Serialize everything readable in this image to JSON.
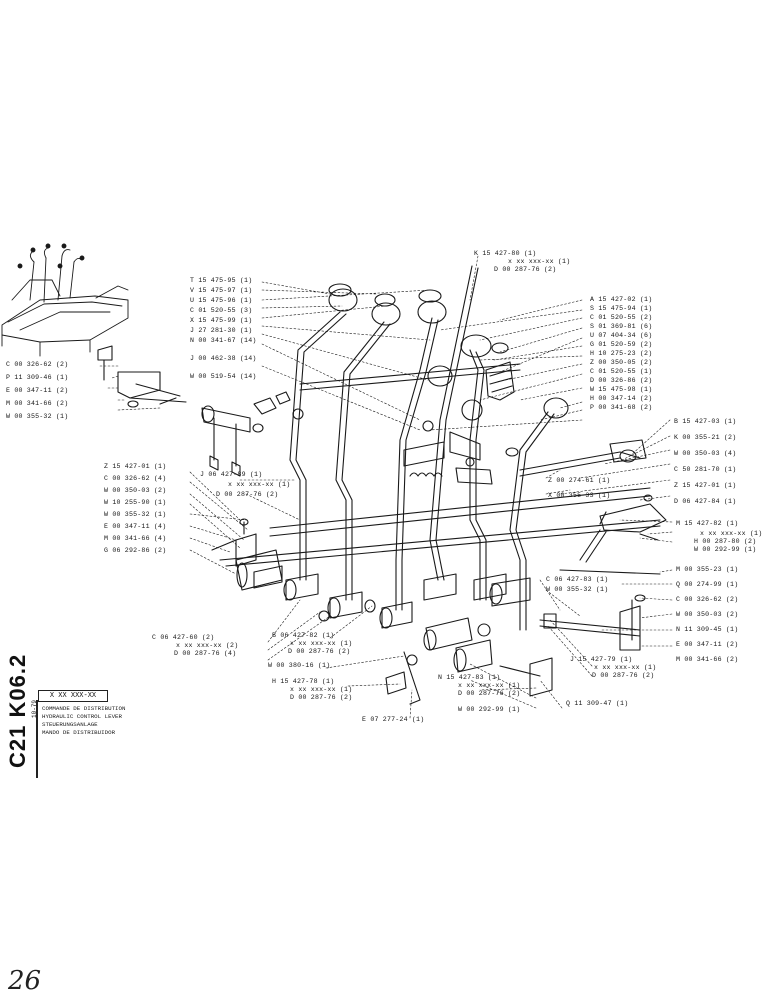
{
  "header": {
    "code": "C21 K06.2",
    "date": "10-79",
    "part_number": "X XX XXX-XX",
    "titles": [
      "COMMANDE DE DISTRIBUTION",
      "HYDRAULIC CONTROL LEVER",
      "STEUERUNGSANLAGE",
      "MANDO DE DISTRIBUIDOR"
    ]
  },
  "page_number": "26",
  "callouts_top_center": [
    "K 15 427-80 (1)",
    "x xx xxx-xx (1)",
    "D 00 287-76 (2)"
  ],
  "callouts_top_left_list": [
    "T 15 475-95 (1)",
    "V 15 475-97 (1)",
    "U 15 475-96 (1)",
    "C 01 520-55 (3)",
    "X 15 475-99 (1)",
    "J 27 281-30 (1)",
    "N 00 341-67 (14)",
    "J 00 462-38 (14)",
    "W 00 519-54 (14)"
  ],
  "callouts_left_top": [
    "C 00 326-62 (2)",
    "P 11 309-46 (1)",
    "E 00 347-11 (2)",
    "M 00 341-66 (2)",
    "W 00 355-32 (1)"
  ],
  "callouts_left_mid": [
    "Z 15 427-01 (1)",
    "C 00 326-62 (4)",
    "W 00 350-03 (2)",
    "W 10 255-90 (1)",
    "W 00 355-32 (1)",
    "E 00 347-11 (4)",
    "M 00 341-66 (4)",
    "G 06 292-86 (2)"
  ],
  "callouts_lever_j": [
    "J 06 427-89 (1)",
    "x xx xxx-xx (1)",
    "D 00 287-76 (2)"
  ],
  "callouts_right_top": [
    "A 15 427-02 (1)",
    "S 15 475-94 (1)",
    "C 01 520-55 (2)",
    "S 01 369-81 (6)",
    "U 07 404-34 (6)",
    "G 01 520-59 (2)",
    "H 10 275-23 (2)",
    "Z 00 350-05 (2)",
    "C 01 520-55 (1)",
    "D 00 326-86 (2)",
    "W 15 475-98 (1)",
    "H 00 347-14 (2)",
    "P 00 341-68 (2)"
  ],
  "callouts_right_mid": [
    "B 15 427-03 (1)",
    "K 00 355-21 (2)",
    "W 00 350-03 (4)",
    "C 50 281-70 (1)",
    "Z 15 427-01 (1)",
    "D 06 427-84 (1)"
  ],
  "callouts_right_m": [
    "M 15 427-82 (1)",
    "x xx xxx-xx (1)",
    "H 00 287-80 (2)",
    "W 00 292-99 (1)"
  ],
  "callouts_right_low": [
    "M 00 355-23 (1)",
    "Q 00 274-99 (1)",
    "C 00 326-62 (2)",
    "W 00 350-03 (2)",
    "N 11 309-45 (1)",
    "E 00 347-11 (2)",
    "M 00 341-66 (2)"
  ],
  "callouts_center": {
    "z": "Z 00 274-61 (1)",
    "x": "X 00 355-33 (1)",
    "c": [
      "C 06 427-83 (1)",
      "W 00 355-32 (1)"
    ]
  },
  "callouts_bottom_left": [
    "C 06 427-60 (2)",
    "x xx xxx-xx (2)",
    "D 00 287-76 (4)"
  ],
  "callouts_bottom_b": [
    "B 06 427-82 (1)",
    "x xx xxx-xx (1)",
    "D 00 287-76 (2)"
  ],
  "callouts_bottom_w": "W 00 380-16 (1)",
  "callouts_bottom_h": [
    "H 15 427-78 (1)",
    "x xx xxx-xx (1)",
    "D 00 287-76 (2)"
  ],
  "callouts_bottom_e": "E 07 277-24 (1)",
  "callouts_bottom_n": [
    "N 15 427-83 (1)",
    "x xx xxx-xx (1)",
    "D 00 287-76 (2)",
    "W 00 292-99 (1)"
  ],
  "callouts_bottom_j": [
    "J 15 427-79 (1)",
    "x xx xxx-xx (1)",
    "D 00 287-76 (2)"
  ],
  "callouts_bottom_q": "Q 11 309-47 (1)"
}
